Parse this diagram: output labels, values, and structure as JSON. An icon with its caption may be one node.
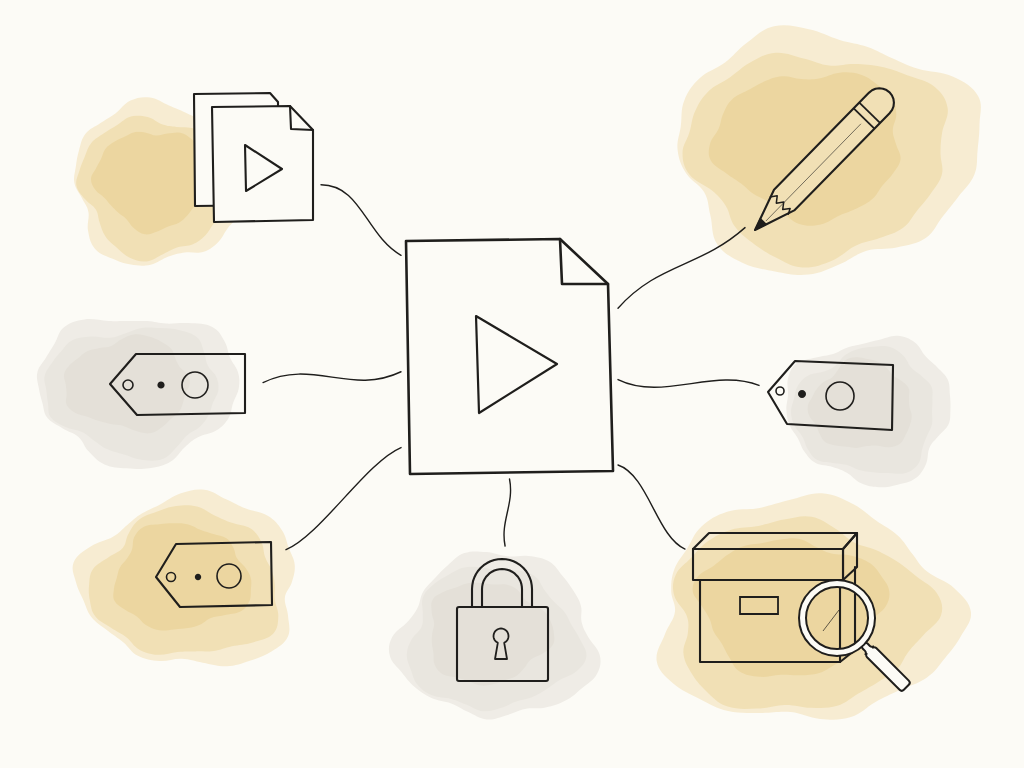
{
  "diagram": {
    "nodes": [
      {
        "text": [],
        "shape": "picture"
      },
      {
        "text": [],
        "shape": "picture"
      },
      {
        "text": [],
        "shape": "picture"
      },
      {
        "text": [],
        "shape": "picture"
      },
      {
        "text": [],
        "shape": "picture"
      },
      {
        "text": [],
        "shape": "picture"
      },
      {
        "text": [],
        "shape": "picture"
      },
      {
        "text": [],
        "shape": "picture"
      }
    ],
    "edges": [
      {
        "from": 2,
        "to": 0,
        "arrow": "none"
      },
      {
        "from": 2,
        "to": 1,
        "arrow": "none"
      },
      {
        "from": 2,
        "to": 3,
        "arrow": "none"
      },
      {
        "from": 2,
        "to": 4,
        "arrow": "none"
      },
      {
        "from": 2,
        "to": 5,
        "arrow": "none"
      },
      {
        "from": 2,
        "to": 6,
        "arrow": "none"
      },
      {
        "from": 2,
        "to": 7,
        "arrow": "none"
      }
    ]
  }
}
